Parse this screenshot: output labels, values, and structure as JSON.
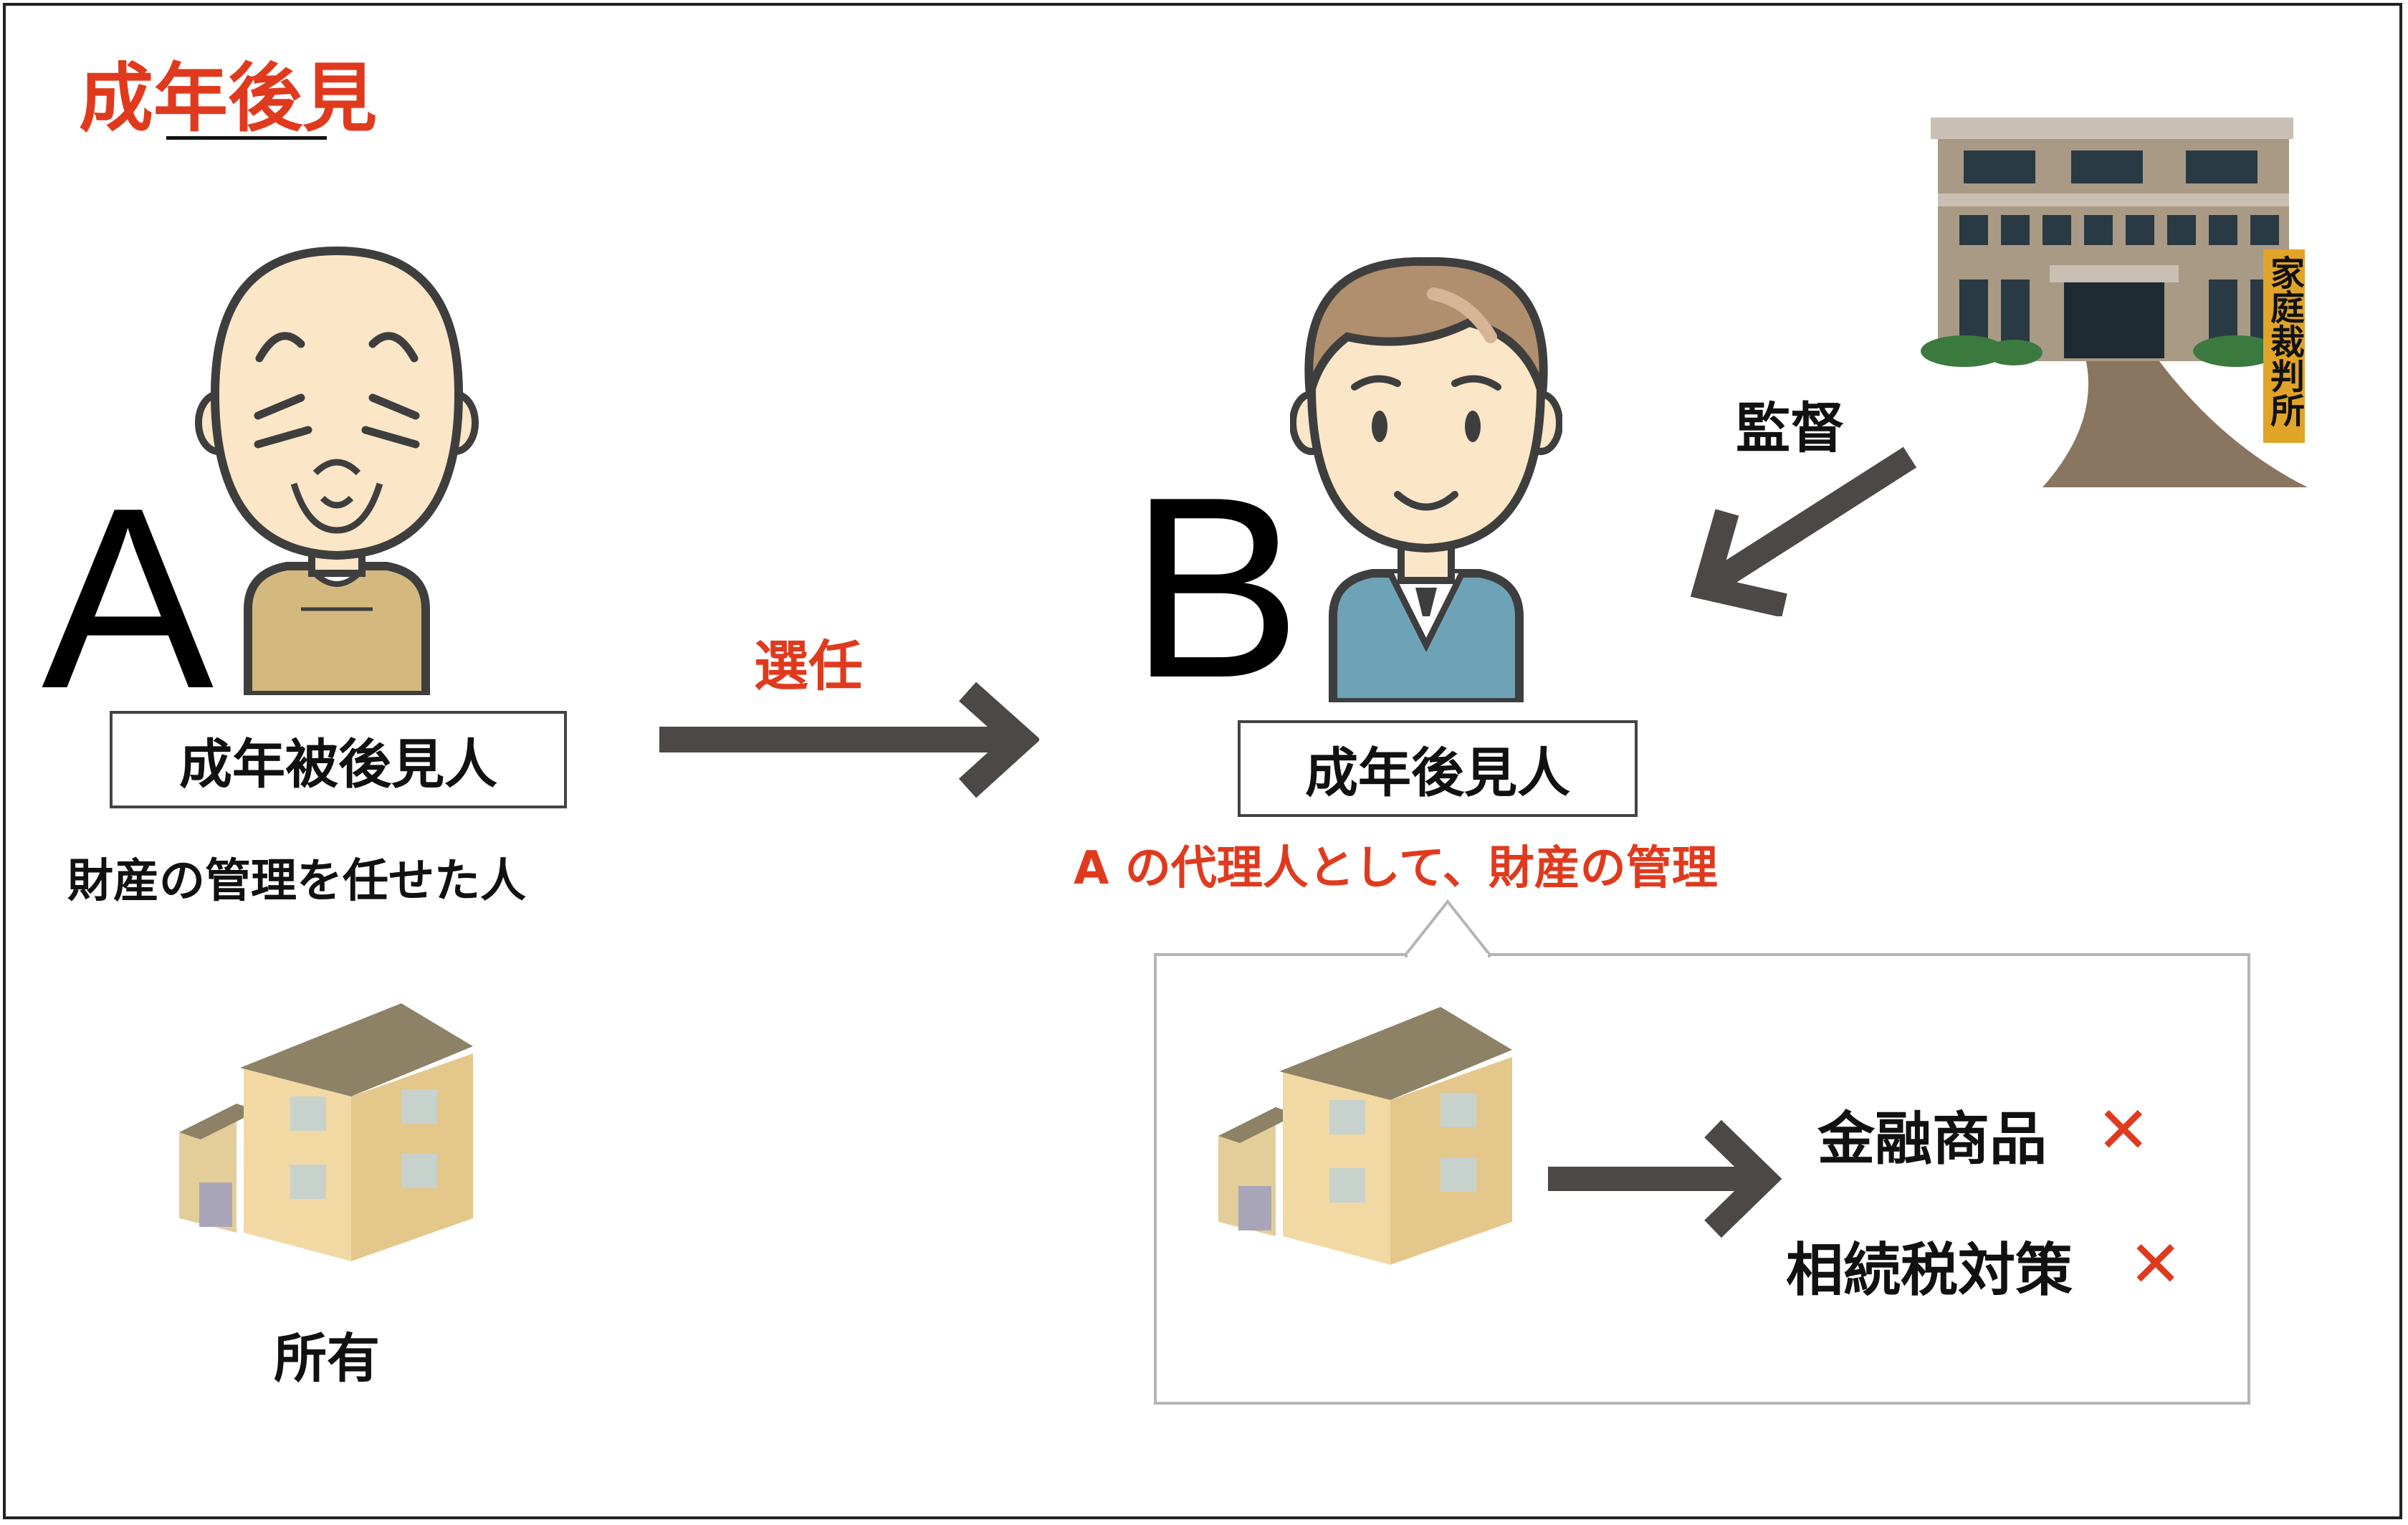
{
  "title": "成年後見",
  "person_a": {
    "letter": "A",
    "role_label": "成年被後見人",
    "description": "財産の管理を任せた人",
    "property_label": "所有"
  },
  "person_b": {
    "letter": "B",
    "role_label": "成年後見人",
    "description": "A の代理人として、財産の管理"
  },
  "court": {
    "sign_text": "家庭裁判所",
    "relation_label": "監督"
  },
  "appointment_label": "選任",
  "restrictions": [
    {
      "label": "金融商品",
      "mark": "✕"
    },
    {
      "label": "相続税対策",
      "mark": "✕"
    }
  ],
  "colors": {
    "accent_red": "#e03a1e",
    "arrow": "#4d4848",
    "house_wall": "#f2d9a4",
    "house_roof": "#8d8266",
    "court_sign": "#e0a428"
  }
}
